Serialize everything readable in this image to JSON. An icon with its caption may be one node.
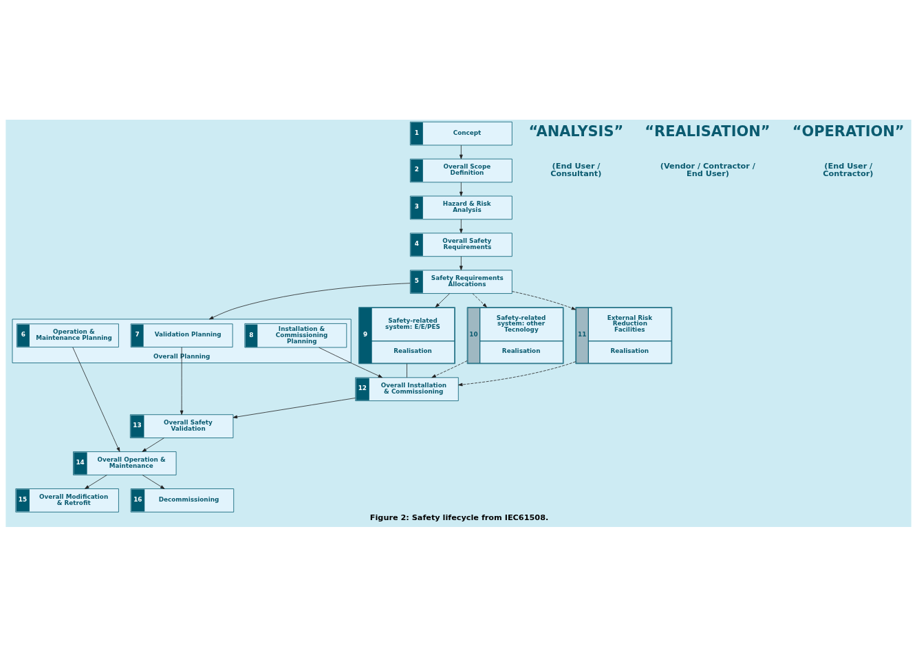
{
  "diagram": {
    "caption": "Figure 2: Safety lifecycle from IEC61508.",
    "nodes": [
      {
        "text": [
          "1",
          "Concept"
        ]
      },
      {
        "text": [
          "2",
          "Overall Scope Definition"
        ]
      },
      {
        "text": [
          "3",
          "Hazard & Risk Analysis"
        ]
      },
      {
        "text": [
          "4",
          "Overall Safety Requirements"
        ]
      },
      {
        "text": [
          "5",
          "Safety Requirements Allocations"
        ]
      },
      {
        "text": [
          "Overall Planning"
        ]
      },
      {
        "text": [
          "6",
          "Operation & Maintenance Planning"
        ],
        "in": 5
      },
      {
        "text": [
          "7",
          "Validation Planning"
        ],
        "in": 5
      },
      {
        "text": [
          "8",
          "Installation & Commissioning Planning"
        ],
        "in": 5
      },
      {
        "text": [
          "9",
          "Safety-related system: E/E/PES",
          "Realisation"
        ]
      },
      {
        "text": [
          "10",
          "Safety-related system: other Tecnology",
          "Realisation"
        ]
      },
      {
        "text": [
          "11",
          "External Risk Reduction Facilities",
          "Realisation"
        ]
      },
      {
        "text": [
          "12",
          "Overall Installation & Commissioning"
        ]
      },
      {
        "text": [
          "13",
          "Overall Safety Validation"
        ]
      },
      {
        "text": [
          "14",
          "Overall Operation & Maintenance"
        ]
      },
      {
        "text": [
          "15",
          "Overall Modification & Retrofit"
        ]
      },
      {
        "text": [
          "16",
          "Decommissioning"
        ]
      }
    ],
    "edges": [
      {
        "from": 0,
        "to": 1,
        "arrow": "to"
      },
      {
        "from": 1,
        "to": 2,
        "arrow": "to"
      },
      {
        "from": 2,
        "to": 3,
        "arrow": "to"
      },
      {
        "from": 3,
        "to": 4,
        "arrow": "to"
      },
      {
        "from": 4,
        "to": 5,
        "arrow": "to"
      },
      {
        "from": 4,
        "to": 9,
        "arrow": "to"
      },
      {
        "from": 4,
        "to": 10,
        "arrow": "to",
        "style": "dashed"
      },
      {
        "from": 4,
        "to": 11,
        "arrow": "to",
        "style": "dashed"
      },
      {
        "from": 9,
        "to": 12,
        "arrow": "none"
      },
      {
        "from": 10,
        "to": 12,
        "arrow": "to",
        "style": "dashed"
      },
      {
        "from": 11,
        "to": 12,
        "arrow": "to",
        "style": "dashed"
      },
      {
        "from": 8,
        "to": 12,
        "arrow": "to"
      },
      {
        "from": 12,
        "to": 13,
        "arrow": "to"
      },
      {
        "from": 7,
        "to": 13,
        "arrow": "to"
      },
      {
        "from": 13,
        "to": 14,
        "arrow": "to"
      },
      {
        "from": 6,
        "to": 14,
        "arrow": "to"
      },
      {
        "from": 14,
        "to": 15,
        "arrow": "to"
      },
      {
        "from": 14,
        "to": 16,
        "arrow": "to"
      }
    ],
    "labels": [
      "“ANALYSIS”",
      "(End User / Consultant)",
      "“REALISATION”",
      "(Vendor / Contractor / End User)",
      "“OPERATION”",
      "(End User / Contractor)"
    ]
  }
}
